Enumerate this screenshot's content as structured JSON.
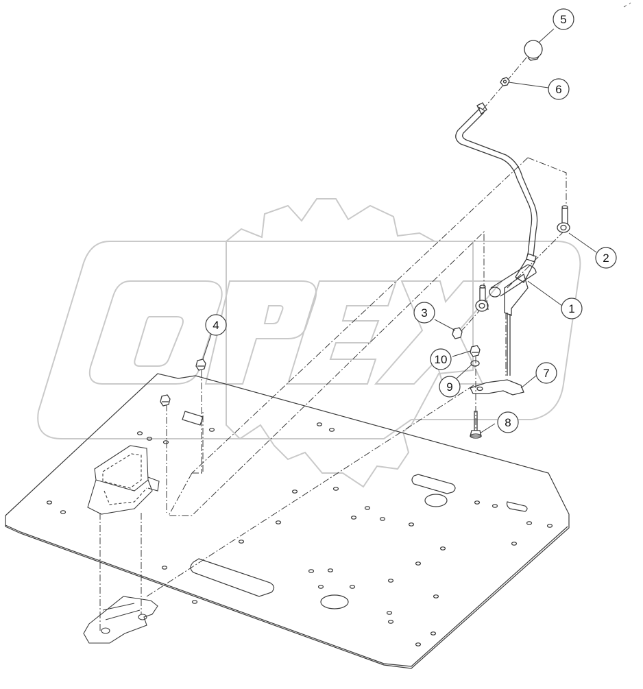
{
  "watermark": {
    "text": "OPEX",
    "color": "#c9c9c9"
  },
  "callouts": [
    {
      "id": "1",
      "label": "1"
    },
    {
      "id": "2",
      "label": "2"
    },
    {
      "id": "3",
      "label": "3"
    },
    {
      "id": "4",
      "label": "4"
    },
    {
      "id": "5",
      "label": "5"
    },
    {
      "id": "6",
      "label": "6"
    },
    {
      "id": "7",
      "label": "7"
    },
    {
      "id": "8",
      "label": "8"
    },
    {
      "id": "9",
      "label": "9"
    },
    {
      "id": "10",
      "label": "10"
    }
  ],
  "colors": {
    "line": "#3a3a3a",
    "watermark": "#c9c9c9",
    "background": "#ffffff"
  }
}
